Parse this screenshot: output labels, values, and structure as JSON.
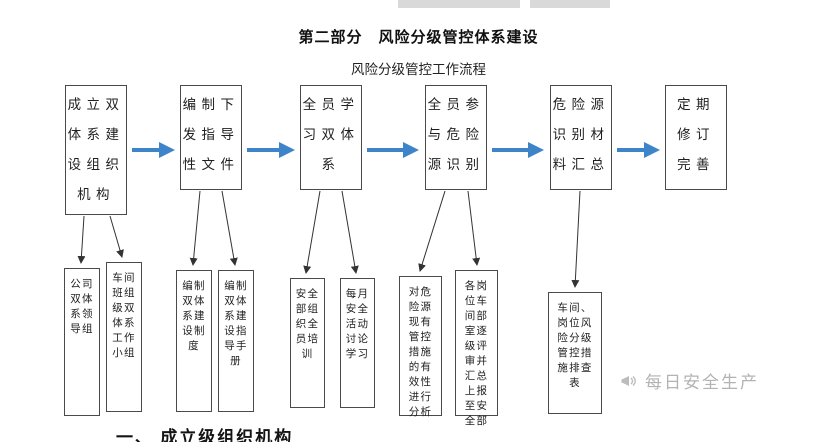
{
  "page": {
    "title": "第二部分　风险分级管控体系建设",
    "subtitle": "风险分级管控工作流程",
    "bottom_heading": "一、 成立级组织机构",
    "watermark_text": "每日安全生产"
  },
  "colors": {
    "arrow_blue": "#3d85c8",
    "arrow_black": "#333333",
    "box_border": "#4a4a4a",
    "watermark_gray": "#b3b3b3"
  },
  "flow": {
    "top_boxes": [
      {
        "label": "成立双\n体系建\n设组织\n机构"
      },
      {
        "label": "编制下\n发指导\n性文件"
      },
      {
        "label": "全员学\n习双体\n系"
      },
      {
        "label": "全员参\n与危险\n源识别"
      },
      {
        "label": "危险源\n识别材\n料汇总"
      },
      {
        "label": "定期\n修订\n完善"
      }
    ],
    "bottom_boxes": [
      {
        "label": "公司双体系领导组"
      },
      {
        "label": "车间班组级双体系工作小组"
      },
      {
        "label": "编制双体系建设制度"
      },
      {
        "label": "编制双体系建设指导手册"
      },
      {
        "label": "安全部组织全员培训"
      },
      {
        "label": "每月安全活动讨论学习"
      },
      {
        "label": "对危险源现有管控措施的有效性进行分析"
      },
      {
        "label": "各岗位车间部室逐级评审并汇总上报至安全部"
      },
      {
        "label": "车间、岗位风险分级管控措施排查表"
      }
    ]
  }
}
